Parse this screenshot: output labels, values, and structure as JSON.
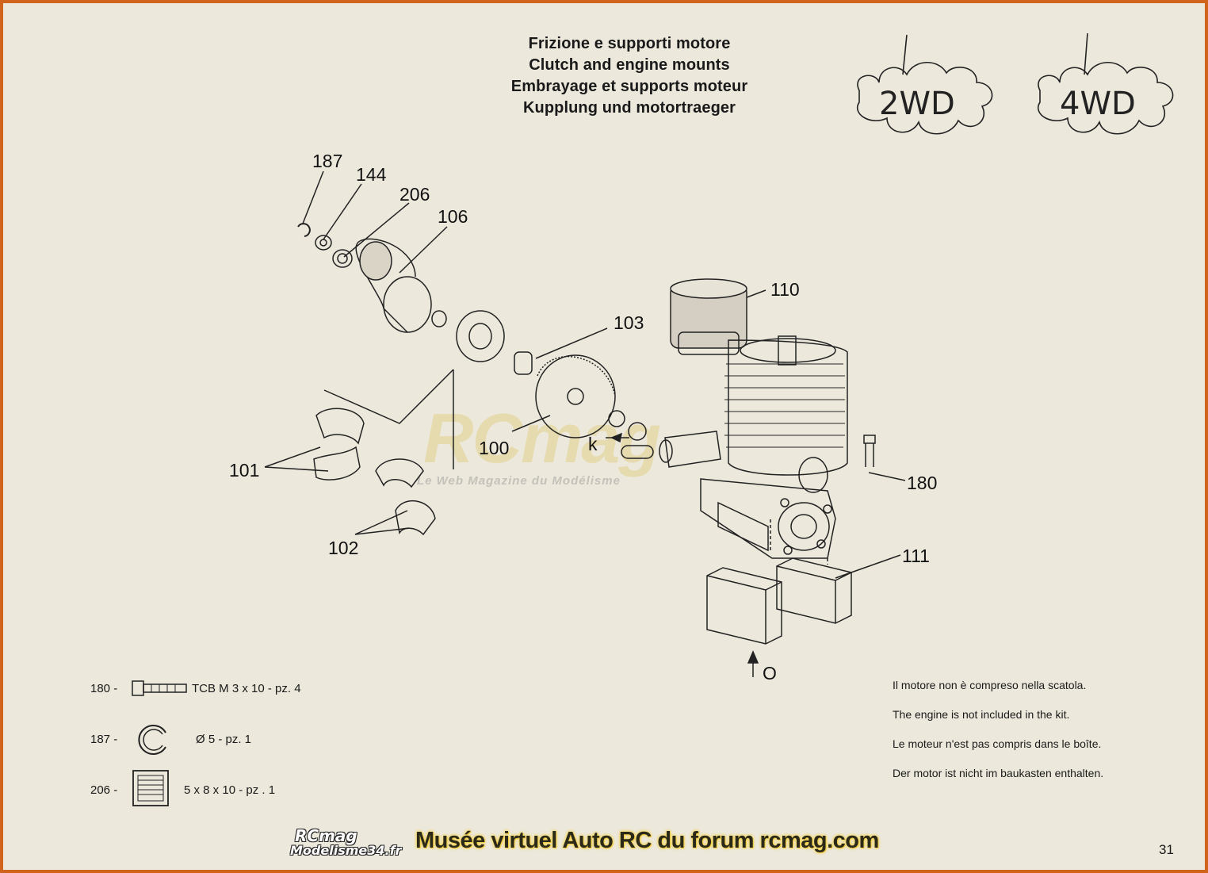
{
  "titles": {
    "it": "Frizione e supporti motore",
    "en": "Clutch and engine mounts",
    "fr": "Embrayage et supports moteur",
    "de": "Kupplung und motortraeger"
  },
  "badges": {
    "left": "2WD",
    "right": "4WD"
  },
  "part_labels": {
    "p187": "187",
    "p144": "144",
    "p206": "206",
    "p106": "106",
    "p110": "110",
    "p103": "103",
    "p100": "100",
    "pk": "k",
    "p101": "101",
    "p180": "180",
    "p102": "102",
    "p111": "111",
    "po": "O"
  },
  "legend": [
    {
      "num": "180 -",
      "desc": "TCB M 3 x 10 - pz. 4"
    },
    {
      "num": "187 -",
      "desc": "Ø 5 - pz. 1"
    },
    {
      "num": "206 -",
      "desc": "5 x 8 x 10 - pz . 1"
    }
  ],
  "notes": {
    "it": "Il motore non è compreso nella scatola.",
    "en": "The engine is not included in the kit.",
    "fr": "Le moteur n'est pas compris dans le boîte.",
    "de": "Der motor ist nicht im baukasten enthalten."
  },
  "watermark": {
    "main": "RCmag",
    "sub": "Le Web Magazine du Modélisme"
  },
  "footer": {
    "logo_line1": "RCmag",
    "logo_line2": "Modelisme34.fr",
    "text": "Musée virtuel Auto RC du forum rcmag.com"
  },
  "page_number": "31",
  "colors": {
    "border": "#d0641d",
    "paper": "#ece8dc",
    "footer_glow": "#f4d24a",
    "footer_m": "#1f3f9a"
  }
}
